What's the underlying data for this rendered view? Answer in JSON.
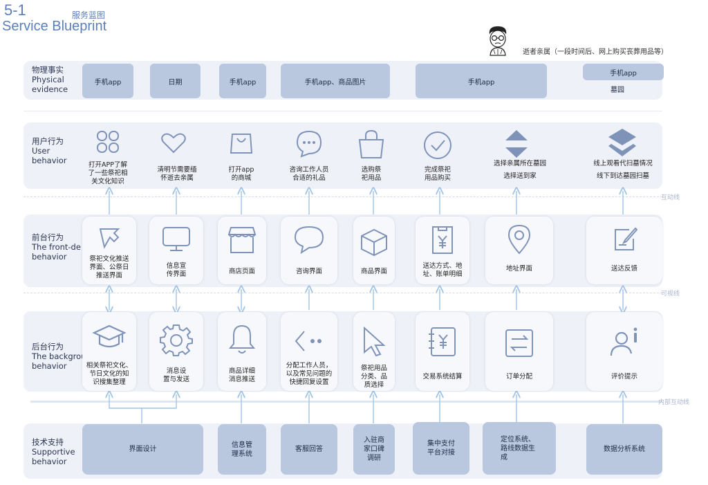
{
  "header": {
    "number": "5-1",
    "title_cn": "服务蓝图",
    "title_en": "Service Blueprint"
  },
  "persona": {
    "label": "逝者亲属（一段时间后、网上购买丧葬用品等）"
  },
  "lanes": {
    "physical": {
      "cn": "物理事实",
      "en1": "Physical",
      "en2": "evidence"
    },
    "user": {
      "cn": "用户行为",
      "en1": "User",
      "en2": "behavior"
    },
    "front": {
      "cn": "前台行为",
      "en1": "The front-de",
      "en2": "behavior"
    },
    "back": {
      "cn": "后台行为",
      "en1": "The background",
      "en2": "behavior"
    },
    "support": {
      "cn": "技术支持",
      "en1": "Supportive",
      "en2": "behavior"
    }
  },
  "lines": {
    "interaction": "互动线",
    "visibility": "可视线",
    "internal": "内部互动线"
  },
  "physical_evidence": [
    "手机app",
    "日期",
    "手机app",
    "手机app、商品图片",
    "手机app",
    "手机app",
    "墓园"
  ],
  "user_behavior": [
    {
      "l1": "打开APP了解",
      "l2": "了一些祭祀相",
      "l3": "关文化知识",
      "icon": "grid-icon"
    },
    {
      "l1": "清明节需要缅",
      "l2": "怀逝去亲属",
      "l3": "",
      "icon": "heart-icon"
    },
    {
      "l1": "打开app",
      "l2": "的商城",
      "l3": "",
      "icon": "shopping-bag-icon"
    },
    {
      "l1": "咨询工作人员",
      "l2": "合适的礼品",
      "l3": "",
      "icon": "chat-dots-icon"
    },
    {
      "l1": "选购祭",
      "l2": "祀用品",
      "l3": "",
      "icon": "tote-bag-icon"
    },
    {
      "l1": "完成祭祀",
      "l2": "用品购买",
      "l3": "",
      "icon": "check-circle-icon"
    },
    {
      "l1": "选择亲属所在墓园",
      "l2": "选择送到家",
      "l3": "",
      "icon": "sort-arrows-icon"
    },
    {
      "l1": "线上观看代扫墓情况",
      "l2": "线下到达墓园扫墓",
      "l3": "",
      "icon": "layers-icon"
    }
  ],
  "front_behavior": [
    {
      "l1": "祭祀文化推送",
      "l2": "界面、公祭日",
      "l3": "推送界面",
      "icon": "cursor-arrow-icon"
    },
    {
      "l1": "信息宣",
      "l2": "传界面",
      "l3": "",
      "icon": "monitor-icon"
    },
    {
      "l1": "商店页面",
      "l2": "",
      "l3": "",
      "icon": "store-icon"
    },
    {
      "l1": "咨询界面",
      "l2": "",
      "l3": "",
      "icon": "speech-bubble-icon"
    },
    {
      "l1": "商品界面",
      "l2": "",
      "l3": "",
      "icon": "box-icon"
    },
    {
      "l1": "送达方式、地",
      "l2": "址、账单明细",
      "l3": "",
      "icon": "receipt-icon"
    },
    {
      "l1": "地址界面",
      "l2": "",
      "l3": "",
      "icon": "location-pin-icon"
    },
    {
      "l1": "送达反馈",
      "l2": "",
      "l3": "",
      "icon": "edit-note-icon"
    }
  ],
  "back_behavior": [
    {
      "l1": "相关祭祀文化、",
      "l2": "节日文化的知",
      "l3": "识搜集整理",
      "icon": "graduation-cap-icon"
    },
    {
      "l1": "消息设",
      "l2": "置与发送",
      "l3": "",
      "icon": "gear-icon"
    },
    {
      "l1": "商品详细",
      "l2": "消息推送",
      "l3": "",
      "icon": "bell-icon"
    },
    {
      "l1": "分配工作人员，",
      "l2": "以及常见问题的",
      "l3": "快捷回复设置",
      "icon": "share-dots-icon"
    },
    {
      "l1": "祭祀用品",
      "l2": "分类、品",
      "l3": "质选择",
      "icon": "pointer-icon"
    },
    {
      "l1": "交易系统结算",
      "l2": "",
      "l3": "",
      "icon": "ledger-yen-icon"
    },
    {
      "l1": "订单分配",
      "l2": "",
      "l3": "",
      "icon": "swap-arrows-icon"
    },
    {
      "l1": "评价提示",
      "l2": "",
      "l3": "",
      "icon": "user-info-icon"
    }
  ],
  "support": [
    {
      "l1": "界面设计",
      "l2": "",
      "l3": ""
    },
    {
      "l1": "信息管",
      "l2": "理系统",
      "l3": ""
    },
    {
      "l1": "客服回答",
      "l2": "",
      "l3": ""
    },
    {
      "l1": "入驻商",
      "l2": "家口碑",
      "l3": "调研"
    },
    {
      "l1": "集中支付",
      "l2": "平台对接",
      "l3": ""
    },
    {
      "l1": "定位系统、",
      "l2": "路线数据生",
      "l3": "成"
    },
    {
      "l1": "数据分析系统",
      "l2": "",
      "l3": ""
    }
  ],
  "colors": {
    "accent": "#5b7fb8",
    "box": "#b9c7df",
    "band": "#eef1f8",
    "icon": "#7f93b8",
    "arrow": "#9fc3e6"
  }
}
